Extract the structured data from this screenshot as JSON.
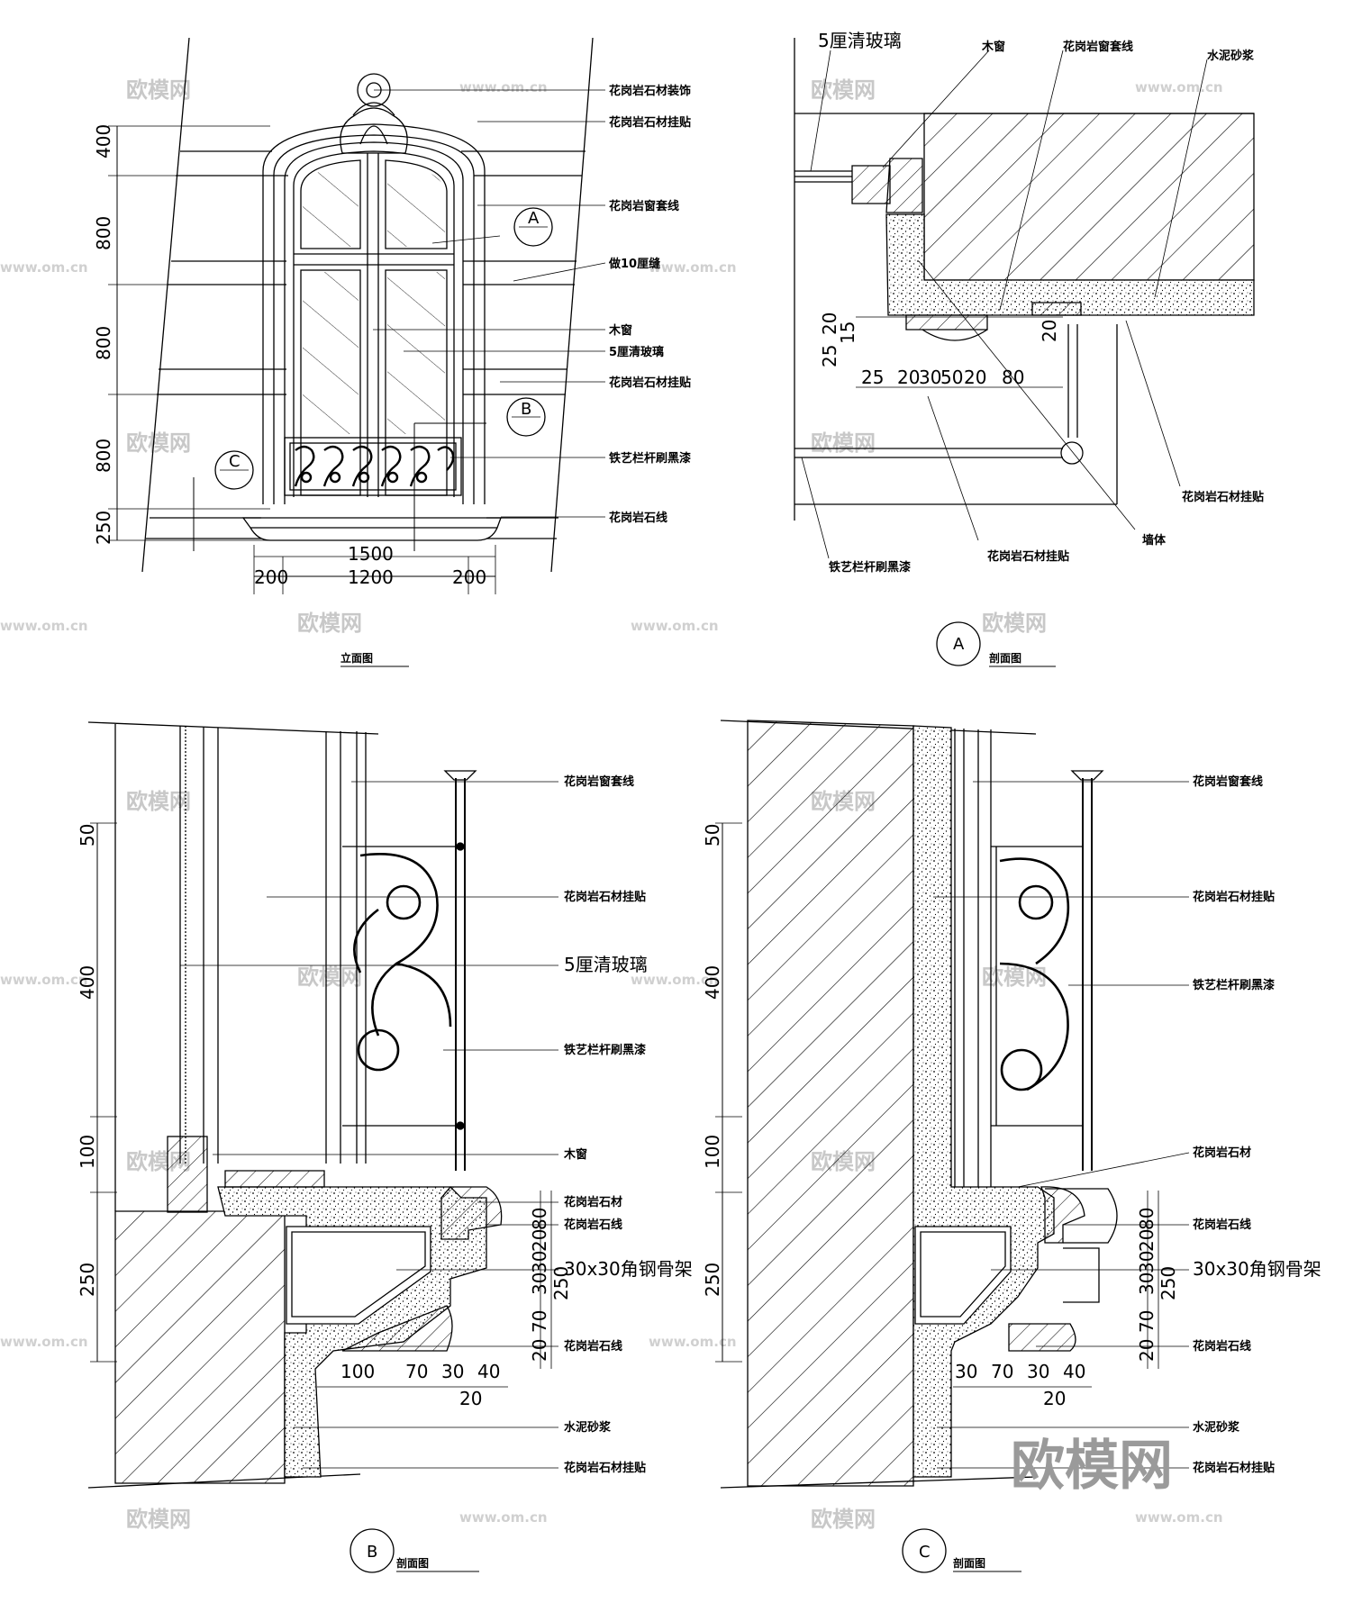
{
  "elevation": {
    "title": "立面图",
    "labels": [
      "花岗岩石材装饰",
      "花岗岩石材挂贴",
      "花岗岩窗套线",
      "做10厘缝",
      "木窗",
      "5厘清玻璃",
      "花岗岩石材挂贴",
      "铁艺栏杆刷黑漆",
      "花岗岩石线"
    ],
    "dims_vertical": [
      "400",
      "800",
      "800",
      "800",
      "250"
    ],
    "dims_horizontal": [
      "1500",
      "200",
      "1200",
      "200"
    ],
    "markers": [
      "A",
      "B",
      "C"
    ]
  },
  "section_a": {
    "title": "剖面图",
    "marker": "A",
    "labels": [
      "5厘清玻璃",
      "木窗",
      "花岗岩窗套线",
      "水泥砂浆",
      "花岗岩石材挂贴",
      "墙体",
      "花岗岩石材挂贴",
      "铁艺栏杆刷黑漆"
    ],
    "dims": [
      "25",
      "20",
      "15",
      "25",
      "20",
      "30",
      "50",
      "20",
      "80",
      "20"
    ]
  },
  "section_b": {
    "title": "剖面图",
    "marker": "B",
    "labels": [
      "花岗岩窗套线",
      "花岗岩石材挂贴",
      "5厘清玻璃",
      "铁艺栏杆刷黑漆",
      "木窗",
      "花岗岩石材",
      "花岗岩石线",
      "30x30角钢骨架",
      "花岗岩石线",
      "水泥砂浆",
      "花岗岩石材挂贴"
    ],
    "dims_vertical": [
      "50",
      "400",
      "100",
      "250"
    ],
    "dims_right": [
      "80",
      "20",
      "30",
      "30",
      "70",
      "20",
      "250"
    ],
    "dims_bottom": [
      "100",
      "70",
      "30",
      "40",
      "20"
    ]
  },
  "section_c": {
    "title": "剖面图",
    "marker": "C",
    "labels": [
      "花岗岩窗套线",
      "花岗岩石材挂贴",
      "铁艺栏杆刷黑漆",
      "花岗岩石材",
      "花岗岩石线",
      "30x30角钢骨架",
      "花岗岩石线",
      "水泥砂浆",
      "花岗岩石材挂贴"
    ],
    "dims_vertical": [
      "50",
      "400",
      "100",
      "250"
    ],
    "dims_right": [
      "80",
      "20",
      "30",
      "30",
      "70",
      "20",
      "250"
    ],
    "dims_bottom": [
      "30",
      "70",
      "30",
      "40",
      "20"
    ]
  },
  "watermark": {
    "logo": "欧模网",
    "url": "www.om.cn"
  }
}
